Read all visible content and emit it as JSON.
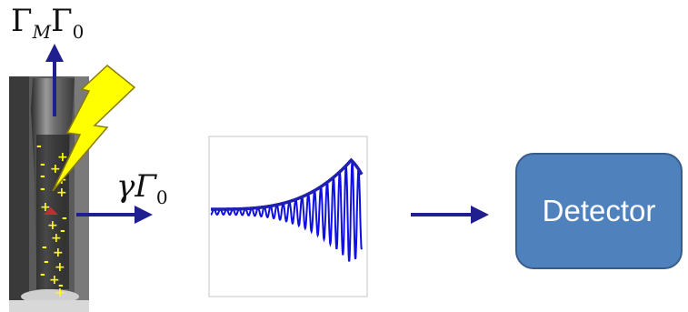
{
  "labels": {
    "gamma_m": {
      "base": "Γ",
      "sub": "M",
      "tail": "Γ",
      "tail_sub": "0"
    },
    "gamma_0": {
      "base": "γΓ",
      "sub": "0"
    }
  },
  "detector": {
    "label": "Detector"
  },
  "signs": {
    "plus": "+",
    "minus": "-"
  },
  "colors": {
    "arrow": "#1f1f8f",
    "signal": "#1010e0",
    "detector_fill": "#4f81bd",
    "detector_border": "#385d8a",
    "lightning": "#ffff00",
    "charge": "#ffff00"
  }
}
